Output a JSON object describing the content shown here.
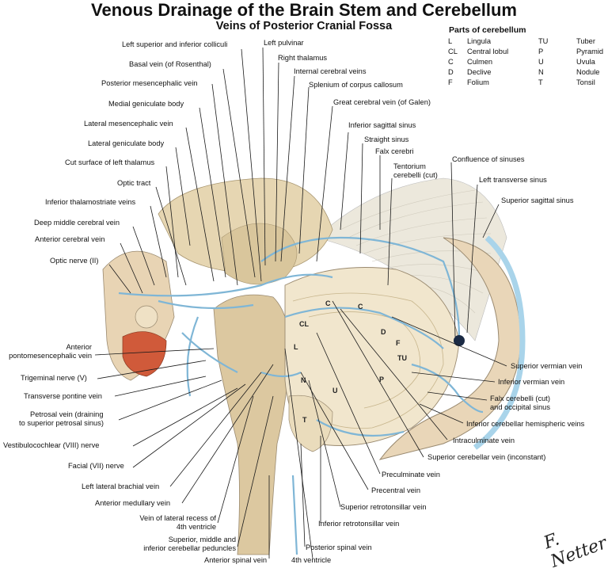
{
  "header": {
    "title": "Venous Drainage of the Brain Stem and Cerebellum",
    "subtitle": "Veins of Posterior Cranial Fossa"
  },
  "legend": {
    "title": "Parts of cerebellum",
    "rows": [
      {
        "a": "L",
        "b": "Lingula",
        "c": "TU",
        "d": "Tuber"
      },
      {
        "a": "CL",
        "b": "Central lobul",
        "c": "P",
        "d": "Pyramid"
      },
      {
        "a": "C",
        "b": "Culmen",
        "c": "U",
        "d": "Uvula"
      },
      {
        "a": "D",
        "b": "Declive",
        "c": "N",
        "d": "Nodule"
      },
      {
        "a": "F",
        "b": "Folium",
        "c": "T",
        "d": "Tonsil"
      }
    ]
  },
  "labels_left": [
    "Left superior and inferior colliculi",
    "Left pulvinar",
    "Right thalamus",
    "Basal vein (of Rosenthal)",
    "Internal cerebral veins",
    "Posterior mesencephalic vein",
    "Splenium of corpus callosum",
    "Medial geniculate body",
    "Great cerebral vein (of Galen)",
    "Lateral mesencephalic vein",
    "Inferior sagittal sinus",
    "Straight sinus",
    "Lateral geniculate body",
    "Falx cerebri",
    "Cut surface of left thalamus",
    "Tentorium",
    "cerebelli (cut)",
    "Optic tract",
    "Inferior thalamostriate veins",
    "Deep middle cerebral vein",
    "Anterior cerebral vein",
    "Optic nerve (II)",
    "Anterior",
    "pontomesencephalic vein",
    "Trigeminal nerve (V)",
    "Transverse pontine vein",
    "Petrosal vein (draining",
    "to superior petrosal sinus)",
    "Vestibulocochlear (VIII) nerve",
    "Facial (VII) nerve",
    "Left lateral brachial vein",
    "Anterior medullary vein",
    "Vein of lateral recess of",
    "4th ventricle",
    "Superior, middle and",
    "inferior cerebellar peduncles",
    "Anterior spinal vein",
    "4th ventricle"
  ],
  "labels_right": [
    "Confluence of sinuses",
    "Left transverse sinus",
    "Superior sagittal sinus",
    "Superior vermian vein",
    "Inferior vermian vein",
    "Falx cerebelli (cut)",
    "and occipital sinus",
    "Inferior cerebellar hemispheric veins",
    "Intraculminate vein",
    "Superior cerebellar vein (inconstant)",
    "Preculminate vein",
    "Precentral vein",
    "Superior retrotonsillar vein",
    "Inferior retrotonsillar vein",
    "Posterior spinal vein"
  ],
  "marks": [
    "C",
    "C",
    "CL",
    "D",
    "F",
    "TU",
    "L",
    "N",
    "U",
    "P",
    "T"
  ],
  "signature": "F. Netter"
}
